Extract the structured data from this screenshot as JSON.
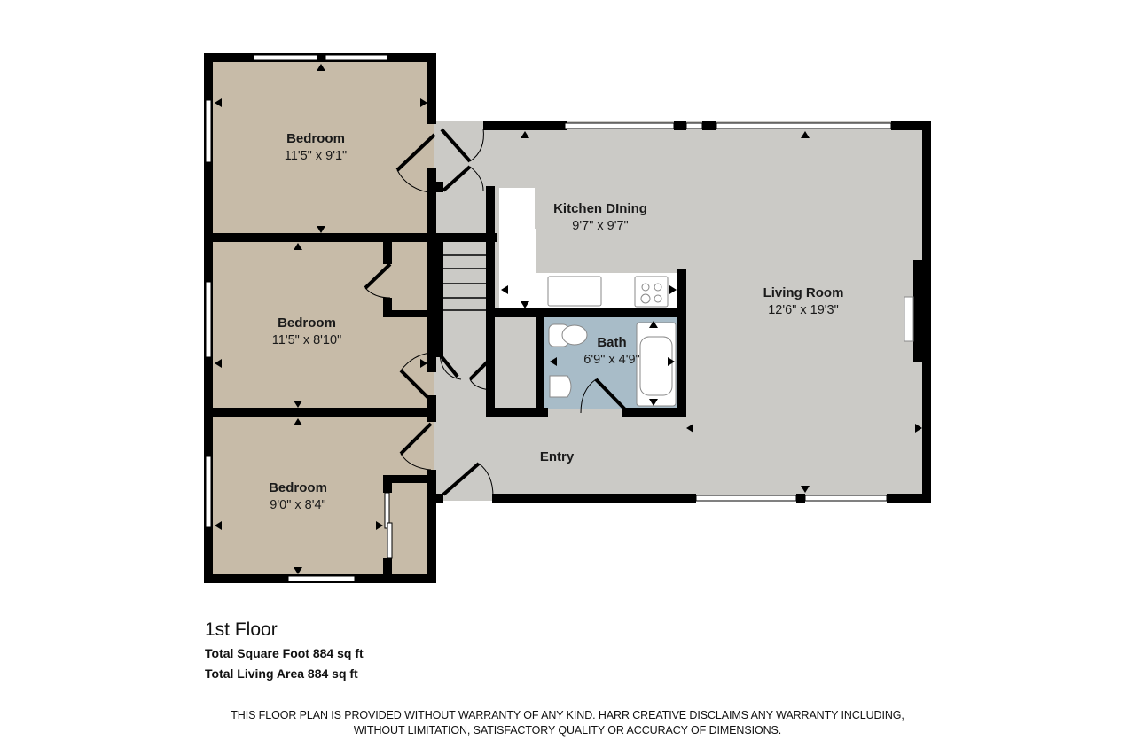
{
  "floor_plan": {
    "floor_label": "1st Floor",
    "totals": [
      {
        "label": "Total Square Foot",
        "value": "884 sq ft",
        "text": "Total Square Foot 884 sq ft"
      },
      {
        "label": "Total Living Area",
        "value": "884 sq ft",
        "text": "Total Living Area 884 sq ft"
      }
    ],
    "rooms": [
      {
        "name": "Bedroom",
        "dimensions": "11'5\" x 9'1\"",
        "color": "#c7bba8"
      },
      {
        "name": "Bedroom",
        "dimensions": "11'5\" x 8'10\"",
        "color": "#c7bba8"
      },
      {
        "name": "Bedroom",
        "dimensions": "9'0\" x 8'4\"",
        "color": "#c7bba8"
      },
      {
        "name": "Kitchen DIning",
        "dimensions": "9'7\" x 9'7\"",
        "color": "#cbcac6"
      },
      {
        "name": "Bath",
        "dimensions": "6'9\" x 4'9\"",
        "color": "#a8bcc8"
      },
      {
        "name": "Living Room",
        "dimensions": "12'6\" x 19'3\"",
        "color": "#cbcac6"
      },
      {
        "name": "Entry",
        "dimensions": "",
        "color": "#cbcac6"
      }
    ],
    "disclaimer": {
      "line1": "THIS FLOOR PLAN IS PROVIDED WITHOUT WARRANTY OF ANY KIND. HARR CREATIVE DISCLAIMS ANY WARRANTY INCLUDING,",
      "line2": "WITHOUT LIMITATION, SATISFACTORY QUALITY OR ACCURACY OF DIMENSIONS."
    },
    "colors": {
      "wall": "#000000",
      "bedroom_floor": "#c7bba8",
      "common_floor": "#cbcac6",
      "bath_floor": "#a8bcc8",
      "fixture": "#ffffff"
    }
  }
}
